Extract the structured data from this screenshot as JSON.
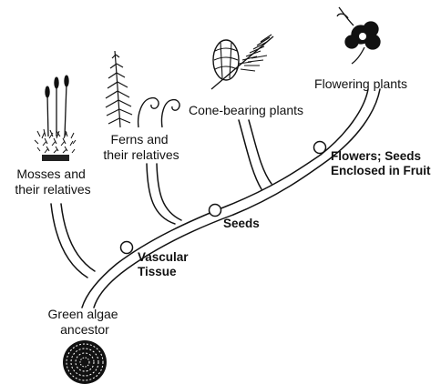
{
  "groups": {
    "mosses": [
      "Mosses and",
      "their relatives"
    ],
    "ferns": [
      "Ferns and",
      "their relatives"
    ],
    "cone": [
      "Cone-bearing plants"
    ],
    "flowering": [
      "Flowering plants"
    ],
    "algae": [
      "Green algae",
      "ancestor"
    ]
  },
  "traits": {
    "vascular": [
      "Vascular",
      "Tissue"
    ],
    "seeds": [
      "Seeds"
    ],
    "flowers": [
      "Flowers; Seeds",
      "Enclosed in Fruit"
    ]
  },
  "colors": {
    "ink": "#111111",
    "node_fill": "#ffffff"
  },
  "icons": [
    "moss-icon",
    "fern-icon",
    "pine-cone-icon",
    "flower-icon",
    "algae-disc-icon"
  ]
}
